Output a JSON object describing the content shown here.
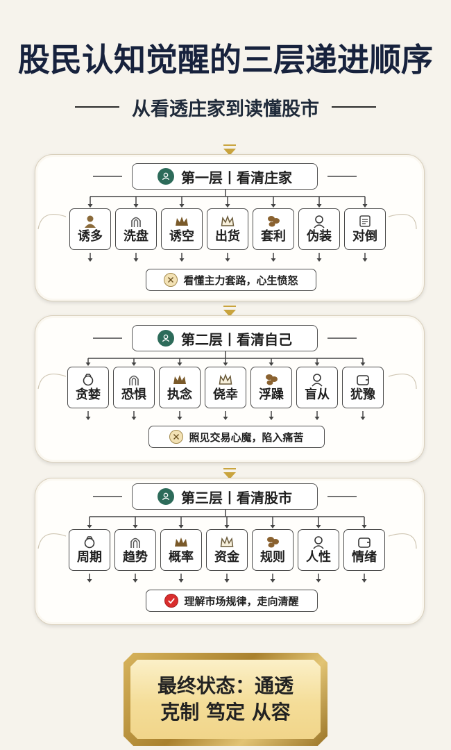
{
  "title": "股民认知觉醒的三层递进顺序",
  "subtitle": "从看透庄家到读懂股市",
  "tiers": [
    {
      "label": "第一层丨看清庄家",
      "items": [
        {
          "label": "诱多",
          "icon": "person-icon"
        },
        {
          "label": "洗盘",
          "icon": "arch-icon"
        },
        {
          "label": "诱空",
          "icon": "crown-icon"
        },
        {
          "label": "出货",
          "icon": "crown-outline-icon"
        },
        {
          "label": "套利",
          "icon": "leaf-icon"
        },
        {
          "label": "伪装",
          "icon": "user-icon"
        },
        {
          "label": "对倒",
          "icon": "document-icon"
        }
      ],
      "result": {
        "text": "看懂主力套路，心生愤怒",
        "icon": "x-icon"
      }
    },
    {
      "label": "第二层丨看清自己",
      "items": [
        {
          "label": "贪婪",
          "icon": "ring-icon"
        },
        {
          "label": "恐惧",
          "icon": "arch-icon"
        },
        {
          "label": "执念",
          "icon": "crown-icon"
        },
        {
          "label": "侥幸",
          "icon": "crown-outline-icon"
        },
        {
          "label": "浮躁",
          "icon": "leaf-icon"
        },
        {
          "label": "盲从",
          "icon": "user-icon"
        },
        {
          "label": "犹豫",
          "icon": "wallet-icon"
        }
      ],
      "result": {
        "text": "照见交易心魔，陷入痛苦",
        "icon": "x-icon"
      }
    },
    {
      "label": "第三层丨看清股市",
      "items": [
        {
          "label": "周期",
          "icon": "ring-icon"
        },
        {
          "label": "趋势",
          "icon": "arch-icon"
        },
        {
          "label": "概率",
          "icon": "crown-icon"
        },
        {
          "label": "资金",
          "icon": "crown-outline-icon"
        },
        {
          "label": "规则",
          "icon": "leaf-icon"
        },
        {
          "label": "人性",
          "icon": "user-icon"
        },
        {
          "label": "情绪",
          "icon": "wallet-icon"
        }
      ],
      "result": {
        "text": "理解市场规律，走向清醒",
        "icon": "check-icon"
      }
    }
  ],
  "final": {
    "line1": "最终状态：通透",
    "line2": "克制 笃定 从容"
  },
  "colors": {
    "title": "#17223d",
    "tier_icon": "#2d6b5a",
    "gold": "#c9a43e",
    "check": "#d92d2d"
  }
}
